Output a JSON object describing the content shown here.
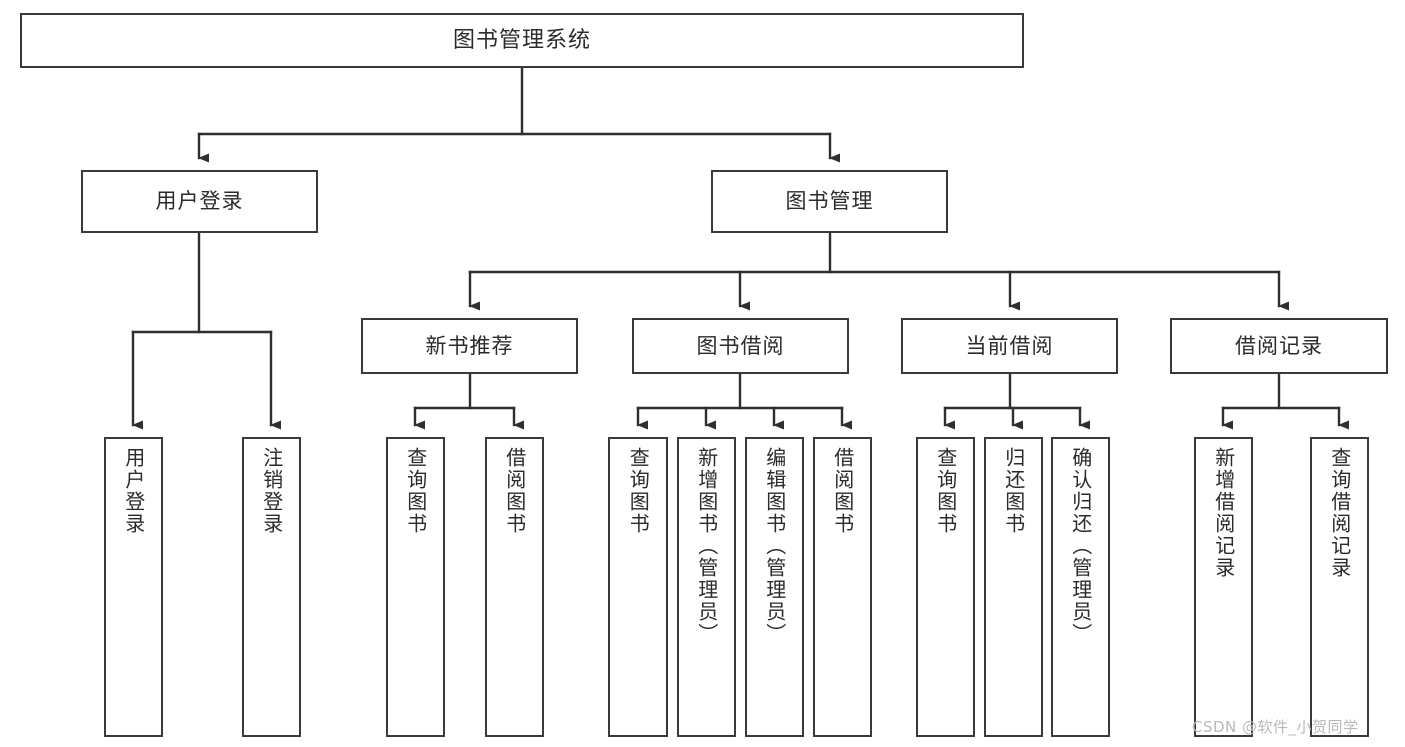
{
  "diagram": {
    "title": "图书管理系统",
    "type": "hierarchy-tree",
    "root": {
      "id": "root",
      "label": "图书管理系统"
    },
    "level2": [
      {
        "id": "user-login",
        "label": "用户登录"
      },
      {
        "id": "book-management",
        "label": "图书管理"
      }
    ],
    "level3": [
      {
        "id": "new-book-recommend",
        "label": "新书推荐"
      },
      {
        "id": "book-borrow",
        "label": "图书借阅"
      },
      {
        "id": "current-borrow",
        "label": "当前借阅"
      },
      {
        "id": "borrow-record",
        "label": "借阅记录"
      }
    ],
    "leaves": [
      {
        "id": "leaf-user-login",
        "label": "用户登录"
      },
      {
        "id": "leaf-logout-login",
        "label": "注销登录"
      },
      {
        "id": "leaf-query-book-1",
        "label": "查询图书"
      },
      {
        "id": "leaf-borrow-book-1",
        "label": "借阅图书"
      },
      {
        "id": "leaf-query-book-2",
        "label": "查询图书"
      },
      {
        "id": "leaf-add-book",
        "label": "新增图书（管理员）"
      },
      {
        "id": "leaf-edit-book",
        "label": "编辑图书（管理员）"
      },
      {
        "id": "leaf-borrow-book-2",
        "label": "借阅图书"
      },
      {
        "id": "leaf-query-book-3",
        "label": "查询图书"
      },
      {
        "id": "leaf-return-book",
        "label": "归还图书"
      },
      {
        "id": "leaf-confirm-return",
        "label": "确认归还（管理员）"
      },
      {
        "id": "leaf-add-borrow-record",
        "label": "新增借阅记录"
      },
      {
        "id": "leaf-query-borrow-record",
        "label": "查询借阅记录"
      }
    ],
    "colors": {
      "box_border": "#3a3a3a",
      "box_fill": "#ffffff",
      "connector": "#2f2f2f",
      "text": "#2b2b2b",
      "watermark": "#b9b9b9"
    }
  },
  "watermark": {
    "text": "CSDN @软件_小贺同学"
  }
}
